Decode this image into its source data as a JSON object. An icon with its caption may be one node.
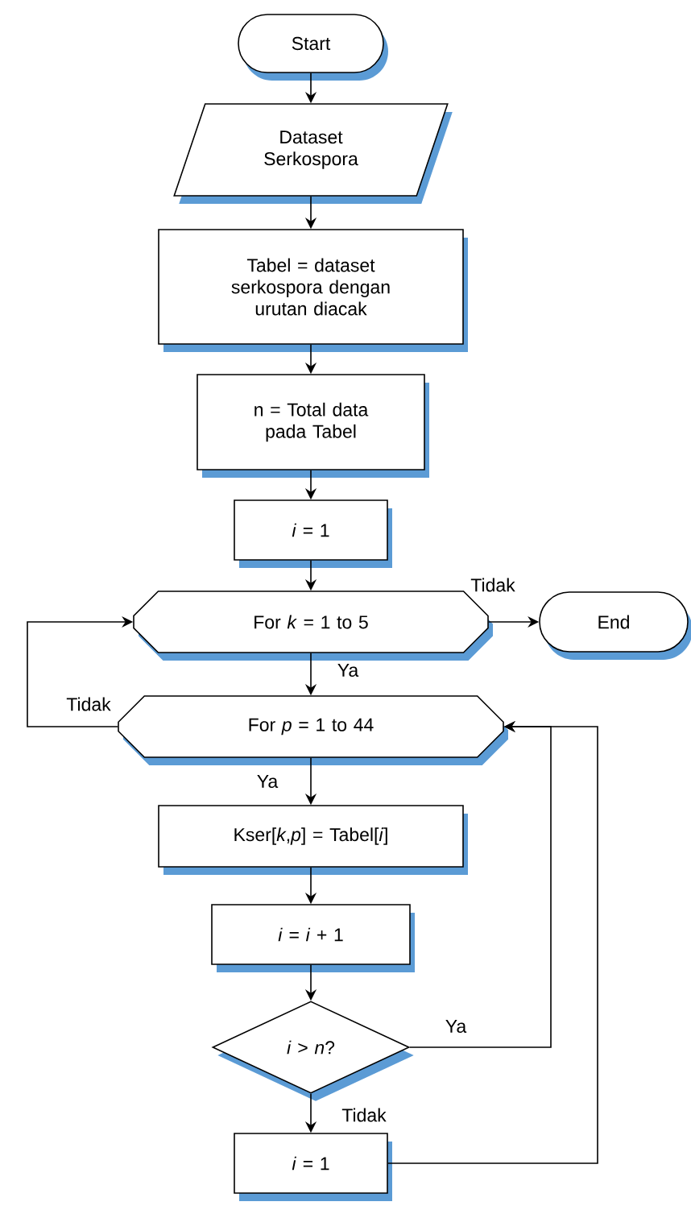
{
  "diagram": {
    "nodes": [
      {
        "text": [
          "Start"
        ]
      },
      {
        "text": [
          "Dataset Serkospora"
        ]
      },
      {
        "text": [
          "Tabel = dataset serkospora dengan urutan diacak"
        ]
      },
      {
        "text": [
          "n = Total data pada Tabel"
        ]
      },
      {
        "text": [
          "*i* = 1"
        ]
      },
      {
        "text": [
          "For *k* = 1 to 5"
        ]
      },
      {
        "text": [
          "End"
        ]
      },
      {
        "text": [
          "For *p* = 1 to 44"
        ]
      },
      {
        "text": [
          "Kser[*k*,*p*] = Tabel[*i*]"
        ]
      },
      {
        "text": [
          "*i* = *i* + 1"
        ]
      },
      {
        "text": [
          "*i* > *n*?"
        ]
      },
      {
        "text": [
          "*i* = 1"
        ]
      }
    ],
    "edges": [
      {
        "from": 0,
        "to": 1,
        "arrow": "to"
      },
      {
        "from": 1,
        "to": 2,
        "arrow": "to"
      },
      {
        "from": 2,
        "to": 3,
        "arrow": "to"
      },
      {
        "from": 3,
        "to": 4,
        "arrow": "to"
      },
      {
        "from": 4,
        "to": 5,
        "arrow": "to"
      },
      {
        "from": 5,
        "to": 6,
        "arrow": "to",
        "label": "Tidak"
      },
      {
        "from": 5,
        "to": 7,
        "arrow": "to",
        "label": "Ya"
      },
      {
        "from": 7,
        "to": 5,
        "arrow": "to",
        "label": "Tidak"
      },
      {
        "from": 7,
        "to": 8,
        "arrow": "to",
        "label": "Ya"
      },
      {
        "from": 8,
        "to": 9,
        "arrow": "to"
      },
      {
        "from": 9,
        "to": 10,
        "arrow": "to"
      },
      {
        "from": 10,
        "to": 7,
        "arrow": "to",
        "label": "Ya"
      },
      {
        "from": 10,
        "to": 11,
        "arrow": "to",
        "label": "Tidak"
      },
      {
        "from": 11,
        "to": 7,
        "arrow": "to"
      }
    ]
  }
}
